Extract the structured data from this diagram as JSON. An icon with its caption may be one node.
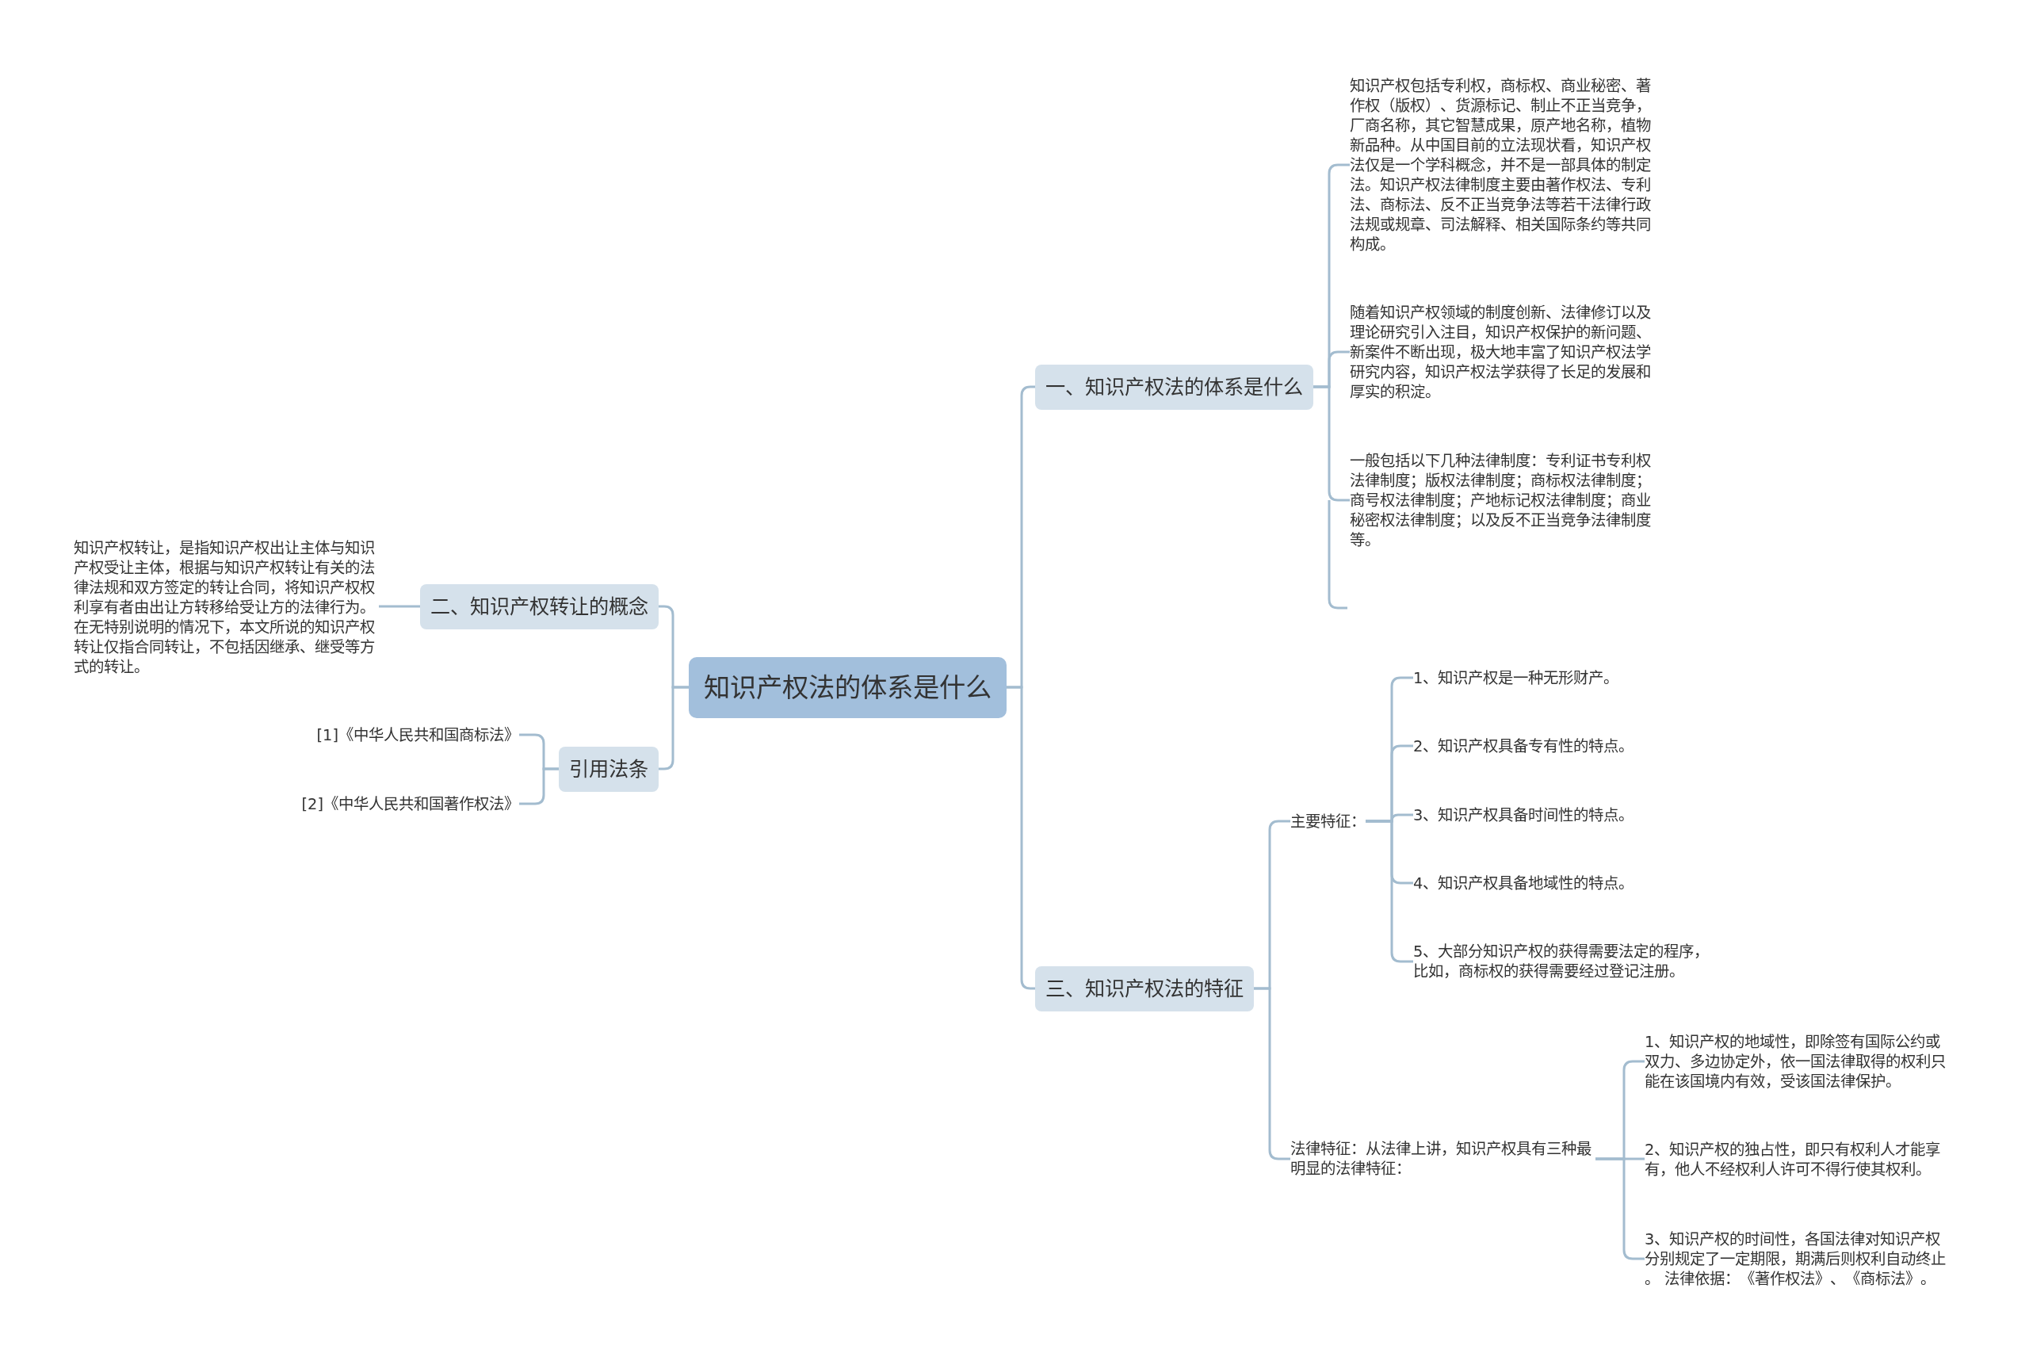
{
  "diagram": {
    "nodes": [
      {
        "text": [
          "知识产权法的体系是什么"
        ]
      },
      {
        "text": [
          "一、知识产权法的体系是什么"
        ]
      },
      {
        "text": [
          "知识产权包括专利权，商标权、商业秘密、著作权（版权）、货源标记、制止不正当竞争，厂商名称，其它智慧成果，原产地名称，植物新品种。从中国目前的立法现状看，知识产权法仅是一个学科概念，并不是一部具体的制定法。知识产权法律制度主要由著作权法、专利法、商标法、反不正当竞争法等若干法律行政法规或规章、司法解释、相关国际条约等共同构成。"
        ]
      },
      {
        "text": [
          "随着知识产权领域的制度创新、法律修订以及理论研究引入注目，知识产权保护的新问题、新案件不断出现，极大地丰富了知识产权法学研究内容，知识产权法学获得了长足的发展和厚实的积淀。"
        ]
      },
      {
        "text": [
          "一般包括以下几种法律制度：专利证书专利权法律制度；版权法律制度；商标权法律制度；商号权法律制度；产地标记权法律制度；商业秘密权法律制度；以及反不正当竞争法律制度等。"
        ]
      },
      {
        "text": [
          "二、知识产权转让的概念"
        ]
      },
      {
        "text": [
          "知识产权转让，是指知识产权出让主体与知识产权受让主体，根据与知识产权转让有关的法律法规和双方签定的转让合同，将知识产权权利享有者由出让方转移给受让方的法律行为。在无特别说明的情况下，本文所说的知识产权转让仅指合同转让，不包括因继承、继受等方式的转让。"
        ]
      },
      {
        "text": [
          "引用法条"
        ]
      },
      {
        "text": [
          "[1]《中华人民共和国商标法》"
        ]
      },
      {
        "text": [
          "[2]《中华人民共和国著作权法》"
        ]
      },
      {
        "text": [
          "三、知识产权法的特征"
        ]
      },
      {
        "text": [
          "主要特征："
        ]
      },
      {
        "text": [
          "1、知识产权是一种无形财产。"
        ]
      },
      {
        "text": [
          "2、知识产权具备专有性的特点。"
        ]
      },
      {
        "text": [
          "3、知识产权具备时间性的特点。"
        ]
      },
      {
        "text": [
          "4、知识产权具备地域性的特点。"
        ]
      },
      {
        "text": [
          "5、大部分知识产权的获得需要法定的程序，比如，商标权的获得需要经过登记注册。"
        ]
      },
      {
        "text": [
          "法律特征：从法律上讲，知识产权具有三种最明显的法律特征："
        ]
      },
      {
        "text": [
          "1、知识产权的地域性，即除签有国际公约或双力、多边协定外，依一国法律取得的权利只能在该国境内有效，受该国法律保护。"
        ]
      },
      {
        "text": [
          "2、知识产权的独占性，即只有权利人才能享有，他人不经权利人许可不得行使其权利。"
        ]
      },
      {
        "text": [
          "3、知识产权的时间性，各国法律对知识产权分别规定了一定期限，期满后则权利自动终止。 法律依据：《著作权法》、《商标法》。"
        ]
      }
    ],
    "edges": [
      {
        "from": 0,
        "to": 1,
        "arrow": "none"
      },
      {
        "from": 1,
        "to": 2,
        "arrow": "none"
      },
      {
        "from": 1,
        "to": 3,
        "arrow": "none"
      },
      {
        "from": 1,
        "to": 4,
        "arrow": "none"
      },
      {
        "from": 0,
        "to": 5,
        "arrow": "none"
      },
      {
        "from": 5,
        "to": 6,
        "arrow": "none"
      },
      {
        "from": 0,
        "to": 7,
        "arrow": "none"
      },
      {
        "from": 7,
        "to": 8,
        "arrow": "none"
      },
      {
        "from": 7,
        "to": 9,
        "arrow": "none"
      },
      {
        "from": 0,
        "to": 10,
        "arrow": "none"
      },
      {
        "from": 10,
        "to": 11,
        "arrow": "none"
      },
      {
        "from": 11,
        "to": 12,
        "arrow": "none"
      },
      {
        "from": 11,
        "to": 13,
        "arrow": "none"
      },
      {
        "from": 11,
        "to": 14,
        "arrow": "none"
      },
      {
        "from": 11,
        "to": 15,
        "arrow": "none"
      },
      {
        "from": 11,
        "to": 16,
        "arrow": "none"
      },
      {
        "from": 10,
        "to": 17,
        "arrow": "none"
      },
      {
        "from": 17,
        "to": 18,
        "arrow": "none"
      },
      {
        "from": 17,
        "to": 19,
        "arrow": "none"
      },
      {
        "from": 17,
        "to": 20,
        "arrow": "none"
      }
    ]
  }
}
